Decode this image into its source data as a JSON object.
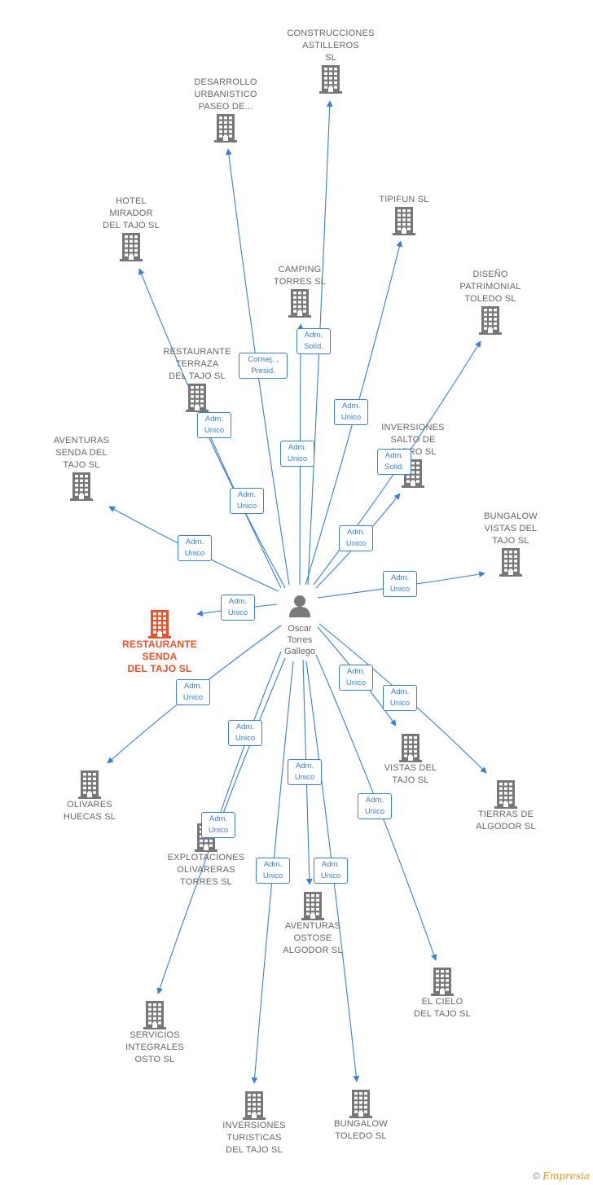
{
  "colors": {
    "edge": "#3b7fd4",
    "building": "#777777",
    "highlight": "#e8532c",
    "person": "#7a7a7a"
  },
  "person": {
    "name": "Oscar\nTorres\nGallego",
    "icon": "person-icon"
  },
  "companies": [
    {
      "id": "construcciones",
      "label": "CONSTRUCCIONES\nASTILLEROS\nSL"
    },
    {
      "id": "desarrollo",
      "label": "DESARROLLO\nURBANISTICO\nPASEO DE..."
    },
    {
      "id": "tipifun",
      "label": "TIPIFUN  SL"
    },
    {
      "id": "hotel",
      "label": "HOTEL\nMIRADOR\nDEL TAJO  SL"
    },
    {
      "id": "camping",
      "label": "CAMPING\nTORRES  SL"
    },
    {
      "id": "diseno",
      "label": "DISEÑO\nPATRIMONIAL\nTOLEDO SL"
    },
    {
      "id": "terraza",
      "label": "RESTAURANTE\nTERRAZA\nDEL TAJO  SL"
    },
    {
      "id": "inversiones_salto",
      "label": "INVERSIONES\nSALTO DE\nCABRO  SL"
    },
    {
      "id": "aventuras_senda",
      "label": "AVENTURAS\nSENDA DEL\nTAJO  SL"
    },
    {
      "id": "bungalow_vistas",
      "label": "BUNGALOW\nVISTAS DEL\nTAJO  SL"
    },
    {
      "id": "restaurante_senda",
      "label": "RESTAURANTE\nSENDA\nDEL TAJO  SL"
    },
    {
      "id": "vistas",
      "label": "VISTAS DEL\nTAJO  SL"
    },
    {
      "id": "olivares",
      "label": "OLIVARES\nHUECAS  SL"
    },
    {
      "id": "tierras",
      "label": "TIERRAS DE\nALGODOR  SL"
    },
    {
      "id": "explotaciones",
      "label": "EXPLOTACIONES\nOLIVARERAS\nTORRES  SL"
    },
    {
      "id": "aventuras_ostose",
      "label": "AVENTURAS\nOSTOSE\nALGODOR  SL"
    },
    {
      "id": "el_cielo",
      "label": "EL CIELO\nDEL TAJO  SL"
    },
    {
      "id": "servicios",
      "label": "SERVICIOS\nINTEGRALES\nOSTO  SL"
    },
    {
      "id": "inversiones_turisticas",
      "label": "INVERSIONES\nTURISTICAS\nDEL TAJO  SL"
    },
    {
      "id": "bungalow_toledo",
      "label": "BUNGALOW\nTOLEDO  SL"
    }
  ],
  "relations": [
    {
      "to": "construcciones",
      "role": "Adm.\nSolid."
    },
    {
      "to": "desarrollo",
      "role": "Consej. ,\nPresid."
    },
    {
      "to": "tipifun",
      "role": "Adm.\nUnico"
    },
    {
      "to": "hotel",
      "role": "Adm.\nUnico"
    },
    {
      "to": "camping",
      "role": "Adm.\nUnico"
    },
    {
      "to": "diseno",
      "role": "Adm.\nSolid."
    },
    {
      "to": "terraza",
      "role": "Adm.\nUnico"
    },
    {
      "to": "inversiones_salto",
      "role": "Adm.\nUnico"
    },
    {
      "to": "aventuras_senda",
      "role": "Adm.\nUnico"
    },
    {
      "to": "bungalow_vistas",
      "role": "Adm.\nUnico"
    },
    {
      "to": "restaurante_senda",
      "role": "Adm.\nUnico"
    },
    {
      "to": "vistas",
      "role": "Adm.\nUnico"
    },
    {
      "to": "olivares",
      "role": "Adm.\nUnico"
    },
    {
      "to": "tierras",
      "role": "Adm.\nUnico"
    },
    {
      "to": "explotaciones",
      "role": "Adm.\nUnico"
    },
    {
      "to": "aventuras_ostose",
      "role": "Adm.\nUnico"
    },
    {
      "to": "el_cielo",
      "role": "Adm.\nUnico"
    },
    {
      "to": "servicios",
      "role": "Adm.\nUnico"
    },
    {
      "to": "inversiones_turisticas",
      "role": "Adm.\nUnico"
    },
    {
      "to": "bungalow_toledo",
      "role": "Adm.\nUnico"
    }
  ],
  "footer": {
    "copyright": "©",
    "brand": "Empresia"
  }
}
